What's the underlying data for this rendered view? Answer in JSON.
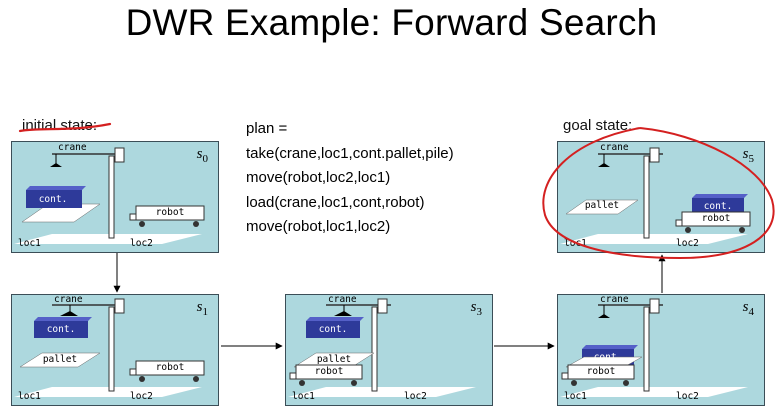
{
  "title": "DWR Example: Forward Search",
  "labels": {
    "initial": "initial state:",
    "goal": "goal state:"
  },
  "plan": {
    "header": "plan =",
    "steps": [
      "take(crane,loc1,cont.pallet,pile)",
      "move(robot,loc2,loc1)",
      "load(crane,loc1,cont,robot)",
      "move(robot,loc1,loc2)"
    ]
  },
  "common": {
    "crane": "crane",
    "loc1": "loc1",
    "loc2": "loc2",
    "cont": "cont.",
    "pallet": "pallet",
    "robot": "robot"
  },
  "states": {
    "s0": {
      "name": "s",
      "sub": "0"
    },
    "s1": {
      "name": "s",
      "sub": "1"
    },
    "s3": {
      "name": "s",
      "sub": "3"
    },
    "s4": {
      "name": "s",
      "sub": "4"
    },
    "s5": {
      "name": "s",
      "sub": "5"
    }
  },
  "colors": {
    "panel": "#add8de",
    "container": "#2e3a9a",
    "annotation": "#d42020"
  }
}
